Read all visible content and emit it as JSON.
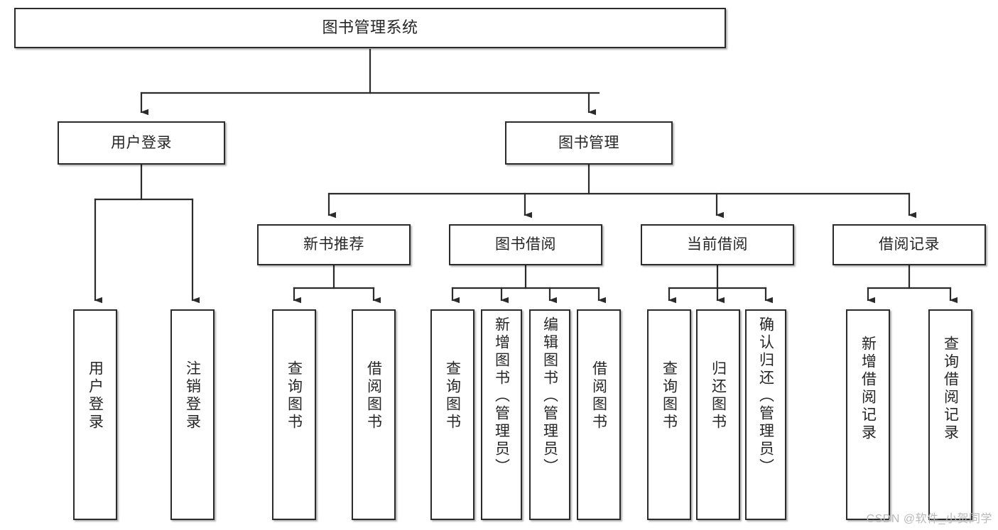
{
  "diagram": {
    "type": "tree-hierarchy",
    "title": "图书管理系统",
    "watermark": "CSDN @软件_小贺同学",
    "colors": {
      "stroke": "#2b2b2b",
      "fill": "#ffffff",
      "text": "#262626",
      "watermark": "#b9b9b9"
    },
    "levels": {
      "level1": {
        "root": {
          "label": "图书管理系统"
        }
      },
      "level2": [
        {
          "label": "用户登录"
        },
        {
          "label": "图书管理"
        }
      ],
      "level3": [
        {
          "label": "新书推荐"
        },
        {
          "label": "图书借阅"
        },
        {
          "label": "当前借阅"
        },
        {
          "label": "借阅记录"
        }
      ],
      "level4": [
        {
          "label": "用户登录",
          "parent": "用户登录"
        },
        {
          "label": "注销登录",
          "parent": "用户登录"
        },
        {
          "label": "查询图书",
          "parent": "新书推荐"
        },
        {
          "label": "借阅图书",
          "parent": "新书推荐"
        },
        {
          "label": "查询图书",
          "parent": "图书借阅"
        },
        {
          "label": "新增图书（管理员）",
          "parent": "图书借阅"
        },
        {
          "label": "编辑图书（管理员）",
          "parent": "图书借阅"
        },
        {
          "label": "借阅图书",
          "parent": "图书借阅"
        },
        {
          "label": "查询图书",
          "parent": "当前借阅"
        },
        {
          "label": "归还图书",
          "parent": "当前借阅"
        },
        {
          "label": "确认归还（管理员）",
          "parent": "当前借阅"
        },
        {
          "label": "新增借阅记录",
          "parent": "借阅记录"
        },
        {
          "label": "查询借阅记录",
          "parent": "借阅记录"
        }
      ]
    }
  }
}
